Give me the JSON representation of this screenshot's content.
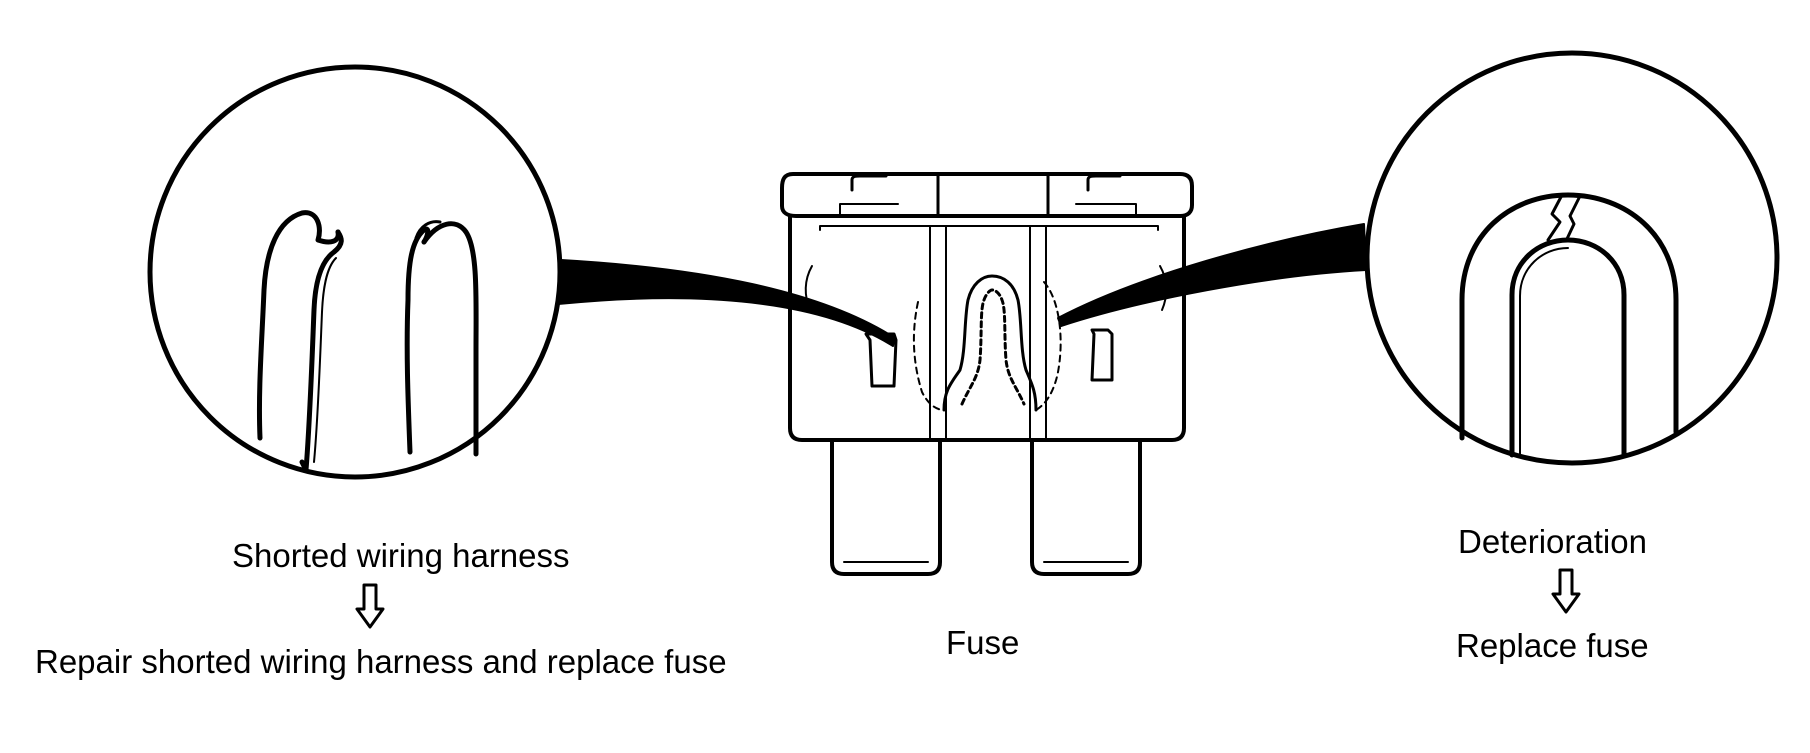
{
  "left_panel": {
    "condition": "Shorted wiring harness",
    "remedy": "Repair shorted wiring harness and replace fuse",
    "arrow_icon": "down-arrow-icon"
  },
  "center_panel": {
    "label": "Fuse"
  },
  "right_panel": {
    "condition": "Deterioration",
    "remedy": "Replace fuse",
    "arrow_icon": "down-arrow-icon"
  },
  "colors": {
    "ink": "#000000",
    "background": "#ffffff"
  }
}
